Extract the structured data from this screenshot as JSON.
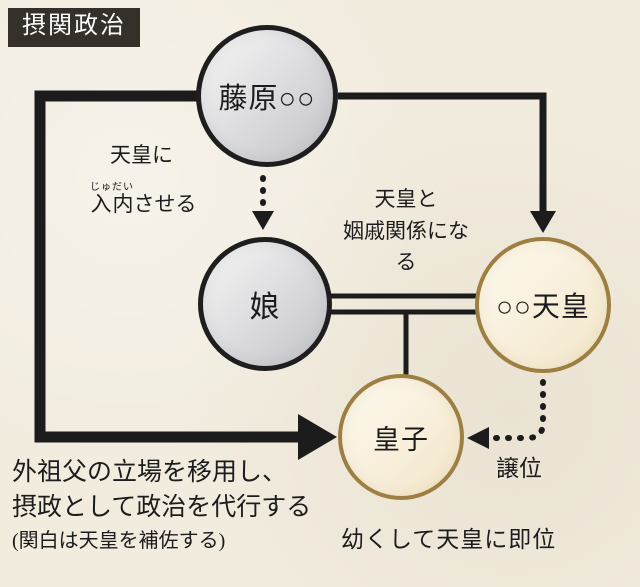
{
  "badge": {
    "label": "摂関政治"
  },
  "nodes": {
    "fujiwara": {
      "label": "藤原○○"
    },
    "daughter": {
      "label": "娘"
    },
    "emperor": {
      "label": "○○天皇"
    },
    "prince": {
      "label": "皇子"
    }
  },
  "annotations": {
    "nyudai": {
      "line1": "天皇に",
      "kanji": "入内",
      "furigana": "じゅだい",
      "suffix": "させる"
    },
    "inseki": {
      "line1": "天皇と",
      "line2": "姻戚関係になる"
    },
    "joi": {
      "label": "譲位"
    },
    "regent_note": {
      "line1": "外祖父の立場を移用し、",
      "line2": "摂政として政治を代行する",
      "line3": "(関白は天皇を補佐する)"
    },
    "sokui": {
      "label": "幼くして天皇に即位"
    }
  },
  "colors": {
    "background": "#f2ecdf",
    "badge_bg": "#36302a",
    "badge_text": "#ffffff",
    "line": "#1c1c1c",
    "gold_border": "#9d7f42",
    "silver_border": "#1e1e1e",
    "text": "#1c1c1c"
  }
}
